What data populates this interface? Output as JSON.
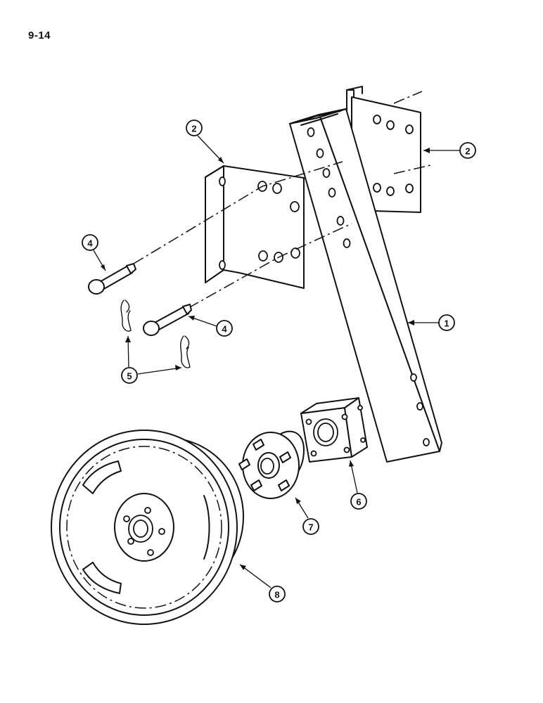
{
  "page_number": "9-14",
  "callouts": {
    "c1": "1",
    "c2a": "2",
    "c2b": "2",
    "c4a": "4",
    "c4b": "4",
    "c5": "5",
    "c6": "6",
    "c7": "7",
    "c8": "8"
  }
}
